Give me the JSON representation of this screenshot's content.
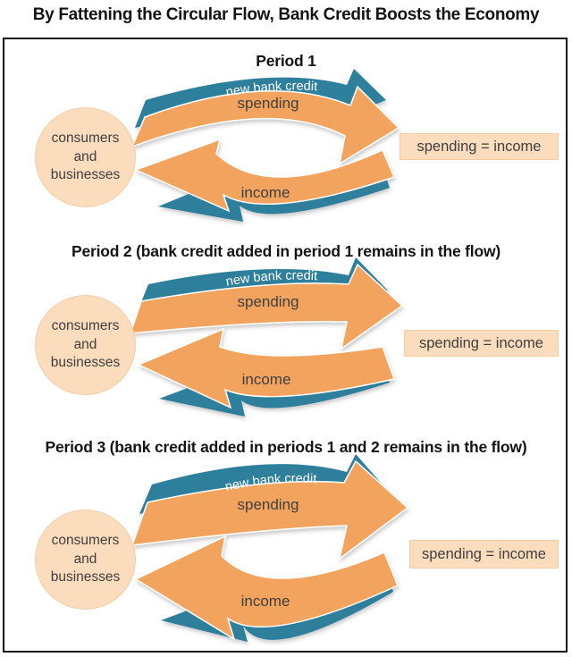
{
  "title": "By Fattening the Circular Flow, Bank Credit Boosts the Economy",
  "colors": {
    "teal": "#2f7f9c",
    "orange": "#f2a45f",
    "peach": "#fbdcbd",
    "peach-border": "#f3cda6",
    "ink": "#141414",
    "label": "#3f3f3f"
  },
  "periods": [
    {
      "heading": "Period 1",
      "credit_label": "new bank credit",
      "spending_label": "spending",
      "income_label": "income",
      "node_label": "consumers and businesses",
      "equation_label": "spending = income"
    },
    {
      "heading": "Period 2 (bank credit added in period 1 remains in the flow)",
      "credit_label": "new bank credit",
      "spending_label": "spending",
      "income_label": "income",
      "node_label": "consumers and businesses",
      "equation_label": "spending = income"
    },
    {
      "heading": "Period 3 (bank credit added in periods 1 and 2 remains in the flow)",
      "credit_label": "new bank credit",
      "spending_label": "spending",
      "income_label": "income",
      "node_label": "consumers and businesses",
      "equation_label": "spending = income"
    }
  ]
}
